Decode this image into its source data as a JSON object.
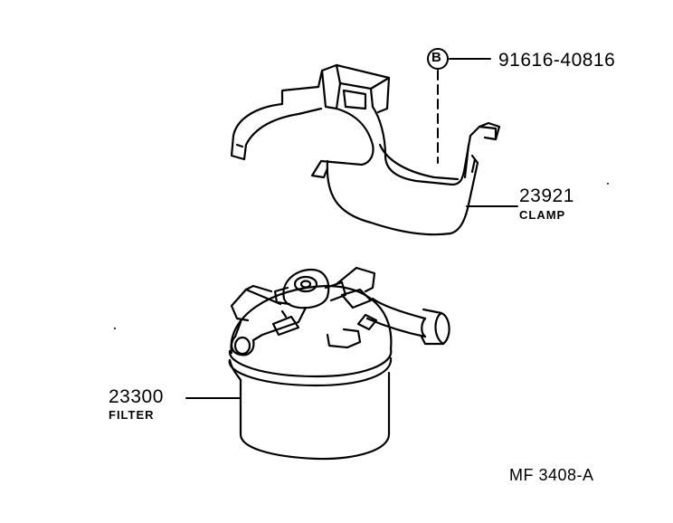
{
  "parts": {
    "bolt": {
      "marker": "B",
      "part_number": "91616-40816"
    },
    "clamp": {
      "part_number": "23921",
      "name": "CLAMP"
    },
    "filter": {
      "part_number": "23300",
      "name": "FILTER"
    }
  },
  "figure_ref": "MF 3408-A",
  "colors": {
    "line": "#000000",
    "background": "#ffffff"
  }
}
